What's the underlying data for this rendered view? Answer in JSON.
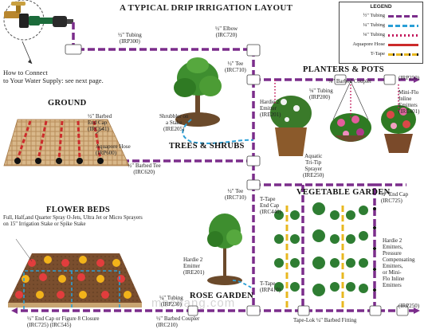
{
  "title": "A TYPICAL DRIP IRRIGATION LAYOUT",
  "legend": {
    "heading": "LEGEND",
    "items": [
      {
        "label": "½\" Tubing",
        "color": "#7b2d8b",
        "style": "dash"
      },
      {
        "label": "¼\" Tubing",
        "color": "#2a9fd6",
        "style": "dash"
      },
      {
        "label": "⅛\" Tubing",
        "color": "#c2185b",
        "style": "dots"
      },
      {
        "label": "Aquapore Hose",
        "color": "#8b5a2b",
        "style": "solid"
      },
      {
        "label": "T-Tape",
        "color": "#e8b820",
        "style": "tape"
      }
    ]
  },
  "connect_note": [
    "How to Connect",
    "to Your Water Supply: see next page."
  ],
  "sections": {
    "ground": "GROUND",
    "trees": "TREES & SHRUBS",
    "planters": "PLANTERS & POTS",
    "vegetable": "VEGETABLE GARDEN",
    "flower": "FLOWER BEDS",
    "rose": "ROSE GARDEN"
  },
  "labels": {
    "tubing_top": [
      "½\" Tubing",
      "(IRP300)"
    ],
    "elbow": [
      "½\" Elbow",
      "(IRC720)"
    ],
    "tee_1": [
      "½\" Tee",
      "(IRC710)"
    ],
    "coupler_top": "⅛\" Barbed Coupler",
    "irp250_top": "(IRP250)",
    "end_cap_ground": [
      "½\" Barbed",
      "End Cap",
      "(IRC641)"
    ],
    "aquapore": [
      "Aquapore Hose",
      "(IRP600)"
    ],
    "tee_ground": [
      "½\" Barbed Tee",
      "(IRC620)"
    ],
    "shrubbler": [
      "Shrubbler on",
      "a Stake",
      "(IRE205)"
    ],
    "hardie_top": [
      "Hardie 2",
      "Emitter",
      "(IRE201)"
    ],
    "tubing_18": [
      "⅛\" Tubing",
      "(IRP200)"
    ],
    "aquatic": [
      "Aquatic",
      "Tri-Tip",
      "Sprayer",
      "(IRE250)"
    ],
    "miniflo": [
      "Mini-Flo",
      "Inline",
      "Emitters",
      "(IRE401)"
    ],
    "tee_2": [
      "½\" Tee",
      "(IRC710)"
    ],
    "ttape_cap": [
      "T-Tape",
      "End Cap",
      "(IRC440)"
    ],
    "end_cap_veg": [
      "½\" End Cap",
      "(IRC725)"
    ],
    "flower_note": [
      "Full, Half,and Quarter Spray O-Jets, Ultra Jet or Micro Sprayers",
      "on 15\" Irrigation Stake or Spike Stake"
    ],
    "hardie_rose": [
      "Hardie 2",
      "Emitter",
      "(IRE201)"
    ],
    "ttape_veg": [
      "T-Tape",
      "(IRP410)"
    ],
    "hardie_options": [
      "Hardie 2",
      "Emitters,",
      "Pressure",
      "Compensating",
      "Emitters,",
      "or Mini-",
      "Flo Inline",
      "Emitters"
    ],
    "tubing_14": [
      "¼\" Tubing",
      "(IRP230)"
    ],
    "end_cap_bottom": [
      "½\" End Cap or Figure 8 Closure",
      "(IRC725)        (IRC545)"
    ],
    "coupler_bottom": [
      "½\" Barbed Coupler",
      "(IRC210)"
    ],
    "tape_fitting": "Tape-Lok ¼\" Barbed Fitting",
    "irp250_bottom": "(IRP250)"
  },
  "watermark": "mbchang.com"
}
